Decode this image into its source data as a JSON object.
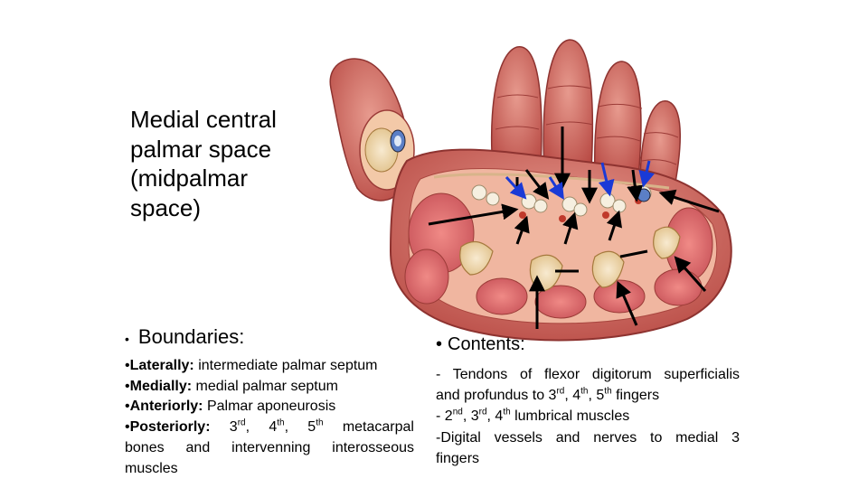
{
  "title": "Medial central\npalmar space\n(midpalmar\nspace)",
  "boundaries": {
    "bullet": "•",
    "heading": "Boundaries:",
    "items": [
      {
        "bullet": "•",
        "label": "Laterally:",
        "text": " intermediate palmar septum"
      },
      {
        "bullet": "•",
        "label": "Medially:",
        "text": " medial palmar septum"
      },
      {
        "bullet": "•",
        "label": "Anteriorly:",
        "text": " Palmar aponeurosis"
      }
    ],
    "posterior": {
      "bullet": "•",
      "label": "Posteriorly:",
      "n1": "3",
      "s1": "rd",
      "n2": "4",
      "s2": "th",
      "n3": "5",
      "s3": "th",
      "word": "metacarpal",
      "line2": "bones and intervenning interosseous",
      "line3": "muscles"
    }
  },
  "contents": {
    "bullet": "•",
    "heading": "Contents:",
    "tendons_line1": "- Tendons of flexor digitorum superficialis",
    "tendons_line2a": "and profundus to ",
    "n1": "3",
    "s1": "rd",
    "n2": "4",
    "s2": "th",
    "n3": "5",
    "s3": "th",
    "tendons_line2b": " fingers",
    "lumbrical_prefix": "- ",
    "l1": "2",
    "ls1": "nd",
    "l2": "3",
    "ls2": "rd",
    "l3": "4",
    "ls3": "th",
    "lumbrical_suffix": " lumbrical muscles",
    "vessels_line1": "-Digital vessels and nerves to medial 3",
    "vessels_line2": "fingers"
  },
  "colors": {
    "skin": "#c8574f",
    "skin_light": "#e3857b",
    "muscle": "#d9666a",
    "tendon": "#f2e7cf",
    "bone": "#f1dbb0",
    "arrow_black": "#000000",
    "arrow_blue": "#1a3ad6"
  }
}
